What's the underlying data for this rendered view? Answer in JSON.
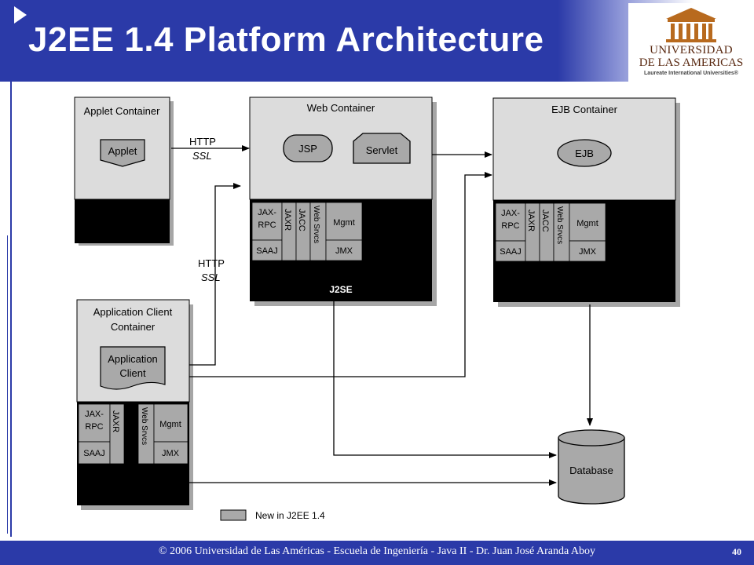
{
  "slide": {
    "title": "J2EE 1.4 Platform Architecture",
    "footer": "© 2006 Universidad de Las Américas  -  Escuela de Ingeniería  -  Java II  -  Dr. Juan José Aranda Aboy",
    "page_number": "40"
  },
  "logo": {
    "line1": "UNIVERSIDAD",
    "line2": "DE LAS AMERICAS",
    "line3": "Laureate International Universities®"
  },
  "diagram": {
    "applet_container": {
      "title": "Applet Container",
      "component": "Applet"
    },
    "web_container": {
      "title": "Web Container",
      "jsp": "JSP",
      "servlet": "Servlet",
      "j2se": "J2SE"
    },
    "ejb_container": {
      "title": "EJB Container",
      "ejb": "EJB"
    },
    "app_client_container": {
      "title_line1": "Application Client",
      "title_line2": "Container",
      "comp_line1": "Application",
      "comp_line2": "Client"
    },
    "services": {
      "jaxrpc_1": "JAX-",
      "jaxrpc_2": "RPC",
      "saaj": "SAAJ",
      "jaxr": "JAXR",
      "jacc": "JACC",
      "websvcs": "Web Srvcs",
      "mgmt": "Mgmt",
      "jmx": "JMX"
    },
    "http_top_1": "HTTP",
    "http_top_2": "SSL",
    "http_mid_1": "HTTP",
    "http_mid_2": "SSL",
    "database": "Database",
    "legend": "New in J2EE 1.4"
  },
  "colors": {
    "header": "#2b3aa8",
    "container_fill": "#dcdcdc",
    "service_fill": "#a9a9a9",
    "runtime": "#000000"
  }
}
